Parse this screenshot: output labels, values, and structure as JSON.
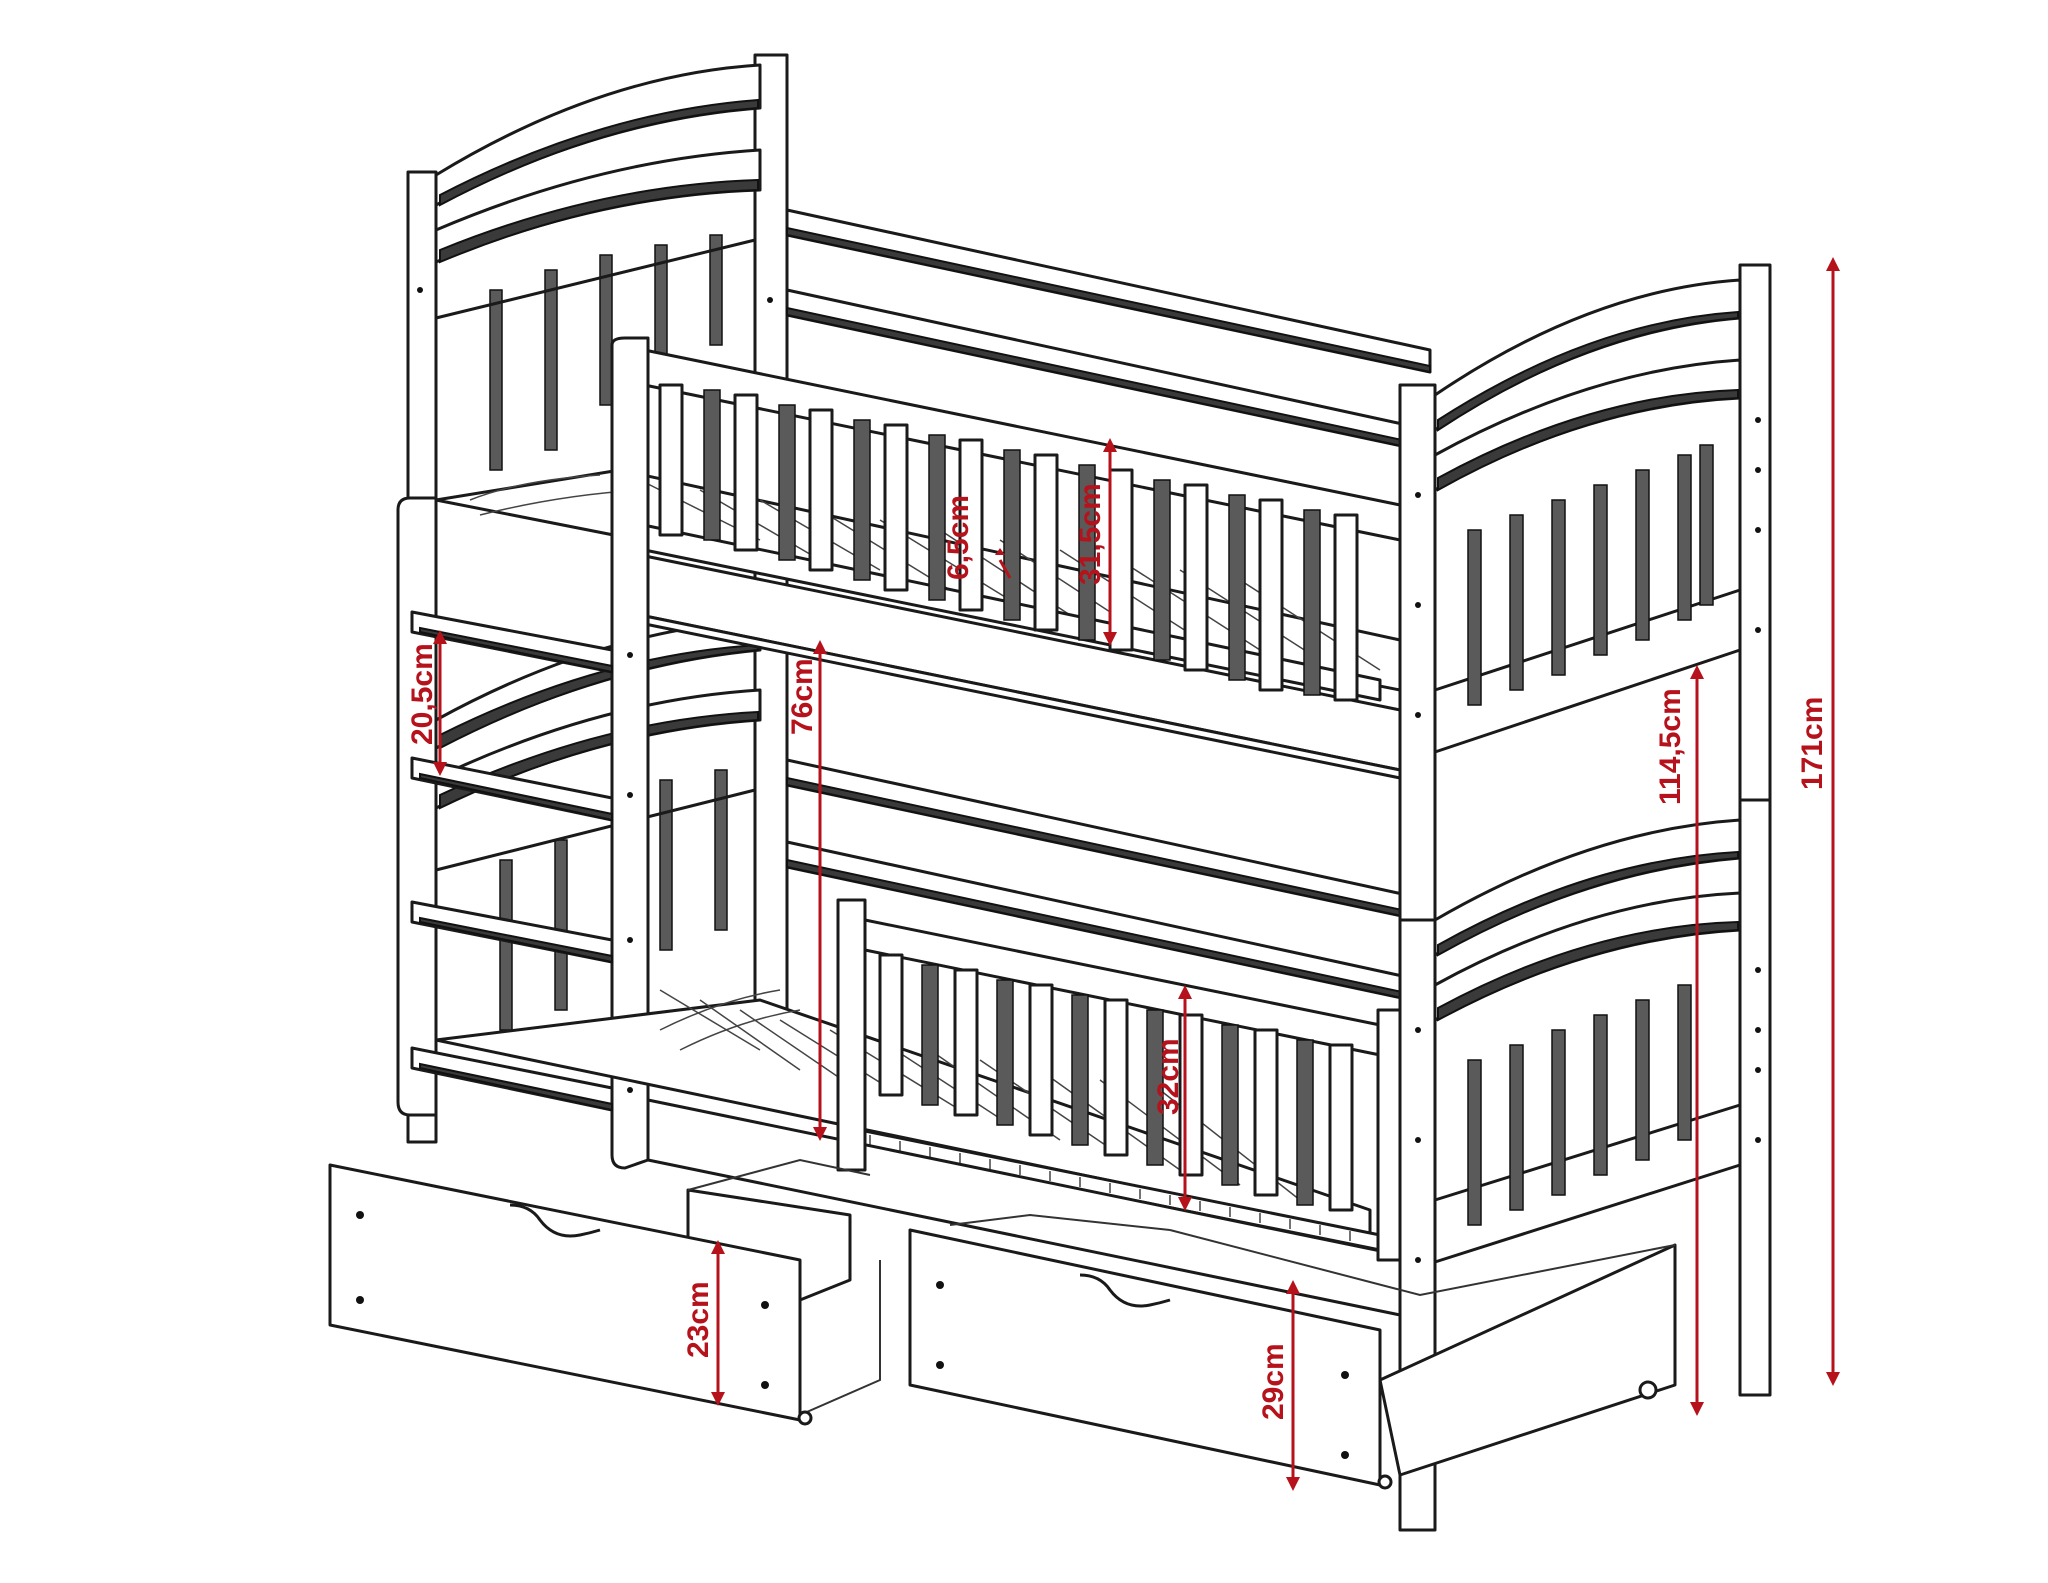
{
  "colors": {
    "line": "#1a1a1a",
    "dimension": "#b5121b",
    "background": "#ffffff"
  },
  "dimensions": {
    "slat_gap": "6,5cm",
    "rail_height_top": "31,5cm",
    "ladder_step": "20,5cm",
    "bed_clearance": "76cm",
    "upper_bed_height": "114,5cm",
    "total_height": "171cm",
    "rail_height_bottom": "32cm",
    "drawer_height_left": "23cm",
    "drawer_height_right": "29cm"
  }
}
